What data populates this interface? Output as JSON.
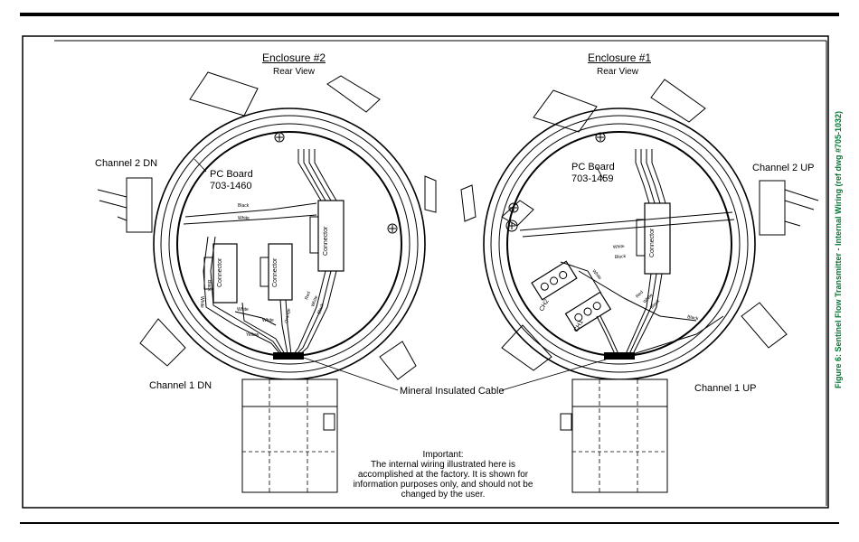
{
  "enclosures": [
    {
      "title": "Enclosure #2",
      "view": "Rear View",
      "pc_board_label": "PC Board",
      "pc_board_number": "703-1460",
      "connector_label": "Connector",
      "channels": [
        "Channel 2 DN",
        "Channel 1 DN"
      ],
      "wire_labels": [
        "Black",
        "White",
        "White",
        "Black",
        "White",
        "White",
        "Yellow",
        "Orange",
        "Red",
        "White",
        "Black"
      ]
    },
    {
      "title": "Enclosure #1",
      "view": "Rear View",
      "pc_board_label": "PC Board",
      "pc_board_number": "703-1459",
      "connector_label": "Connector",
      "channels": [
        "Channel 2 UP",
        "Channel 1 UP"
      ],
      "terminal_labels": [
        "CH2",
        "CH1"
      ],
      "wire_labels": [
        "White",
        "Black",
        "Red",
        "White",
        "Black",
        "White",
        "Black"
      ]
    }
  ],
  "cable_label": "Mineral Insulated Cable",
  "note": {
    "heading": "Important:",
    "text": "The internal wiring illustrated here is accomplished at the factory. It is shown for information purposes only, and should not be changed by the user."
  },
  "caption": "Figure 6: Sentinel Flow Transmitter - Internal Wiring (ref dwg #705-1032)"
}
